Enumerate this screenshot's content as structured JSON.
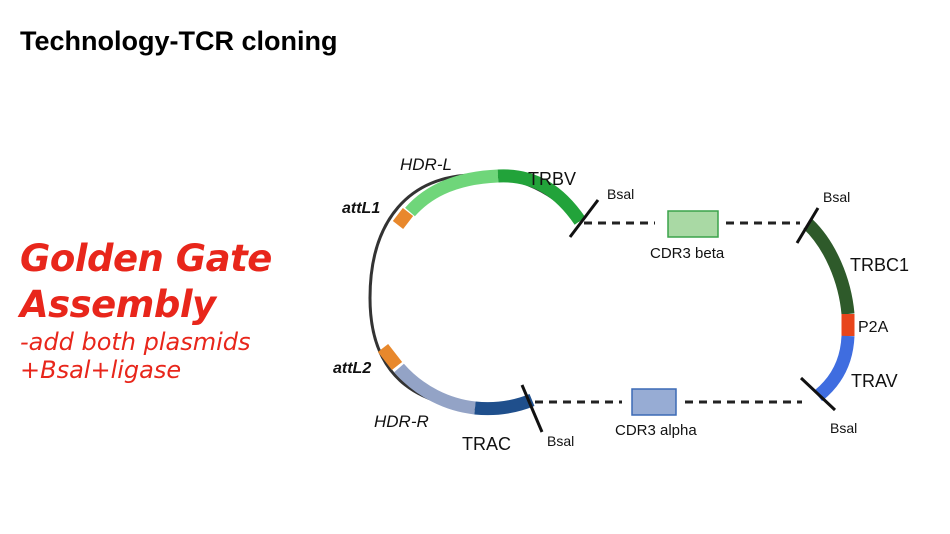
{
  "title": "Technology-TCR cloning",
  "method": {
    "heading_line1": "Golden Gate",
    "heading_line2": "Assembly",
    "note_line1": "-add both plasmids",
    "note_line2": "+Bsal+ligase"
  },
  "diagram": {
    "labels": {
      "hdr_l": "HDR-L",
      "trbv": "TRBV",
      "bsal_top_left": "Bsal",
      "bsal_top_right": "Bsal",
      "att_l1": "attL1",
      "att_l2": "attL2",
      "cdr3_beta": "CDR3 beta",
      "cdr3_alpha": "CDR3 alpha",
      "trbc1": "TRBC1",
      "p2a": "P2A",
      "trav": "TRAV",
      "hdr_r": "HDR-R",
      "trac": "TRAC",
      "bsal_bottom_left": "Bsal",
      "bsal_bottom_right": "Bsal"
    },
    "colors": {
      "hdr_l": "#6fd67a",
      "trbv": "#22a33a",
      "att": "#e8882c",
      "backbone": "#333333",
      "hdr_r": "#93a3c6",
      "trac": "#1f4f8c",
      "cdr3_beta_fill": "#a9d9a4",
      "cdr3_beta_stroke": "#3aa34a",
      "cdr3_alpha_fill": "#97acd4",
      "cdr3_alpha_stroke": "#3b6ab5",
      "trbc1": "#2e5a2a",
      "p2a": "#e8451b",
      "trav": "#3f6de0",
      "method_text": "#e8261b"
    }
  }
}
